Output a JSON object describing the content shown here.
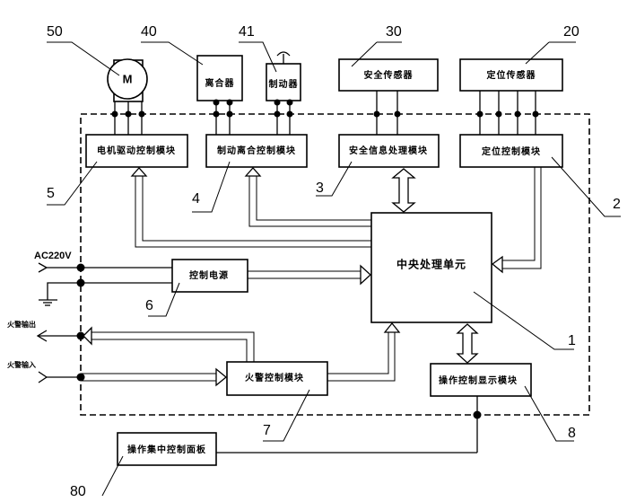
{
  "figure": {
    "ref_labels": {
      "motor": "50",
      "clutch": "40",
      "brake": "41",
      "safety_sensor": "30",
      "positioning_sensor": "20",
      "motor_drive_module": "5",
      "brake_clutch_module": "4",
      "safety_processing_module": "3",
      "positioning_module": "2",
      "cpu": "1",
      "control_power": "6",
      "fire_alarm_module": "7",
      "operation_display_module": "8",
      "control_panel": "80"
    },
    "components": {
      "motor_symbol": "M",
      "clutch": "离合器",
      "brake": "制动器",
      "safety_sensor": "安全传感器",
      "positioning_sensor": "定位传感器",
      "motor_drive_module": "电机驱动控制模块",
      "brake_clutch_module": "制动离合控制模块",
      "safety_processing_module": "安全信息处理模块",
      "positioning_module": "定位控制模块",
      "cpu": "中央处理单元",
      "control_power": "控制电源",
      "fire_alarm_module": "火警控制模块",
      "operation_display_module": "操作控制显示模块",
      "control_panel": "操作集中控制面板"
    },
    "terminals": {
      "ac_input": "AC220V",
      "fire_output": "火警输出",
      "fire_input": "火警输入"
    }
  }
}
